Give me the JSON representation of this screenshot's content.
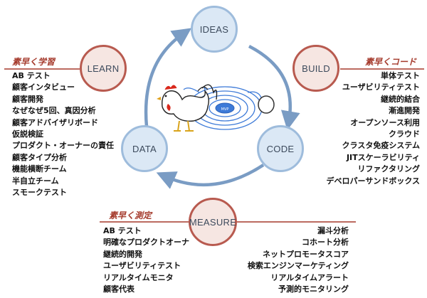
{
  "nodes": {
    "ideas": "IDEAS",
    "build": "BUILD",
    "code": "CODE",
    "measure": "MEASURE",
    "data": "DATA",
    "learn": "LEARN"
  },
  "mvp_label": "MVP",
  "learn_section": {
    "heading": "素早く学習",
    "items": [
      "AB テスト",
      "顧客インタビュー",
      "顧客開発",
      "なぜなぜ5回、真因分析",
      "顧客アドバイザリボード",
      "仮説検証",
      "プロダクト・オーナーの責任",
      "顧客タイプ分析",
      "機能横断チーム",
      "半自立チーム",
      "スモークテスト"
    ]
  },
  "build_section": {
    "heading": "素早くコード",
    "items": [
      "単体テスト",
      "ユーザビリティテスト",
      "継続的結合",
      "漸進開発",
      "オープンソース利用",
      "クラウド",
      "クラスタ免疫システム",
      "JITスケーラビリティ",
      "リファクタリング",
      "デベロパーサンドボックス"
    ]
  },
  "measure_section": {
    "heading": "素早く測定",
    "left_items": [
      "AB テスト",
      "明確なプロダクトオーナ",
      "継続的開発",
      "ユーザビリティテスト",
      "リアルタイムモニタ",
      "顧客代表"
    ],
    "right_items": [
      "漏斗分析",
      "コホート分析",
      "ネットプロモータスコア",
      "検索エンジンマーケティング",
      "リアルタイムアラート",
      "予測的モニタリング"
    ]
  },
  "colors": {
    "blue_fill": "#dbe8f5",
    "blue_border": "#9ebcdc",
    "red_fill": "#f6e6e2",
    "red_border": "#b85a4f",
    "heading": "#a53a2c",
    "cycle_arrow": "#7a9cc4"
  }
}
